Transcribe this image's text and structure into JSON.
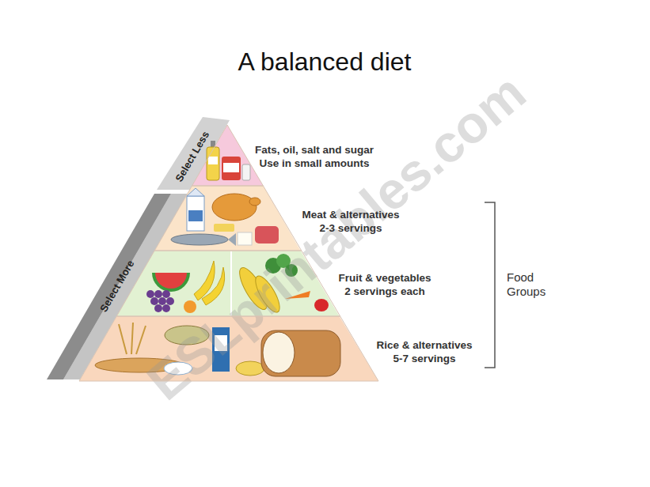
{
  "diagram": {
    "title": "A balanced diet",
    "nodes": [
      {
        "text": [
          "Fats, oil, salt and sugar",
          "Use in small amounts"
        ]
      },
      {
        "text": [
          "Meat & alternatives",
          "2-3 servings"
        ]
      },
      {
        "text": [
          "Fruit & vegetables",
          "2 servings each"
        ]
      },
      {
        "text": [
          "Rice & alternatives",
          "5-7 servings"
        ]
      }
    ],
    "labels": [
      "Select Less",
      "Select More",
      "Food Groups",
      "ESLprintables.com"
    ]
  }
}
